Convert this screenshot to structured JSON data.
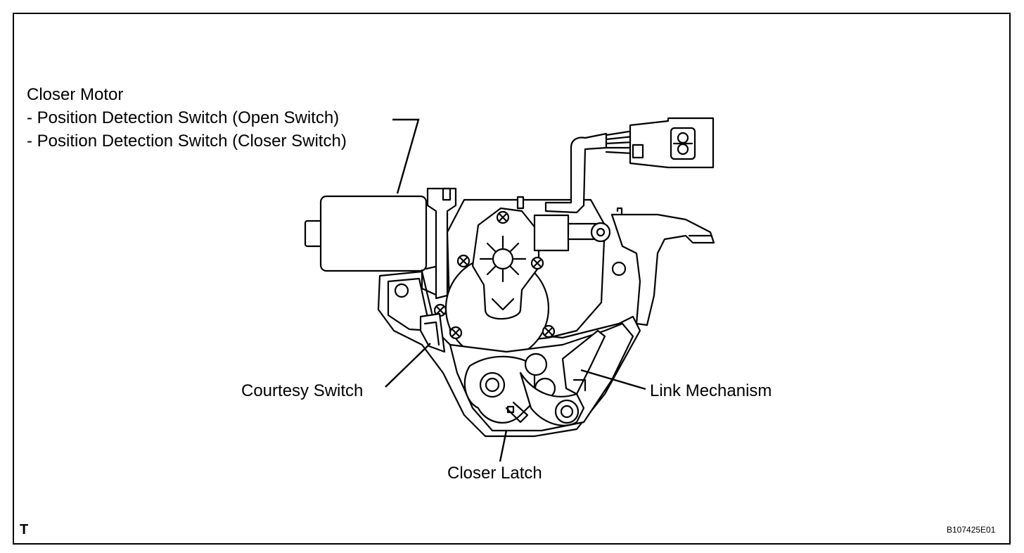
{
  "labels": {
    "closer_motor": "Closer Motor",
    "open_switch": "- Position Detection Switch (Open Switch)",
    "closer_switch": "- Position Detection Switch (Closer Switch)",
    "courtesy_switch": "Courtesy Switch",
    "link_mechanism": "Link Mechanism",
    "closer_latch": "Closer Latch"
  },
  "corner_mark": "T",
  "figure_code": "B107425E01"
}
